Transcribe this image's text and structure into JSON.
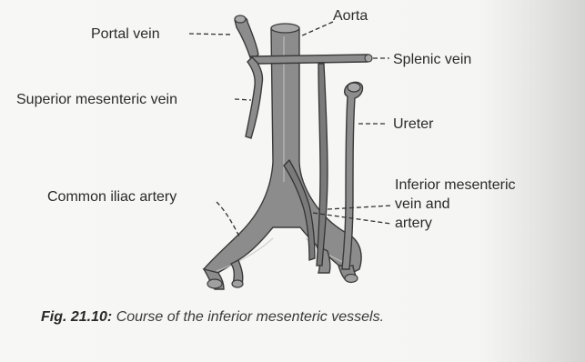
{
  "labels": {
    "portal_vein": "Portal vein",
    "aorta": "Aorta",
    "splenic_vein": "Splenic vein",
    "superior_mesenteric_vein": "Superior mesenteric vein",
    "ureter": "Ureter",
    "common_iliac_artery": "Common iliac artery",
    "inferior_mesenteric_line1": "Inferior mesenteric",
    "inferior_mesenteric_line2": "vein and",
    "inferior_mesenteric_line3": "artery"
  },
  "caption": {
    "prefix": "Fig. 21.10:",
    "text": "Course of the inferior mesenteric vessels."
  }
}
